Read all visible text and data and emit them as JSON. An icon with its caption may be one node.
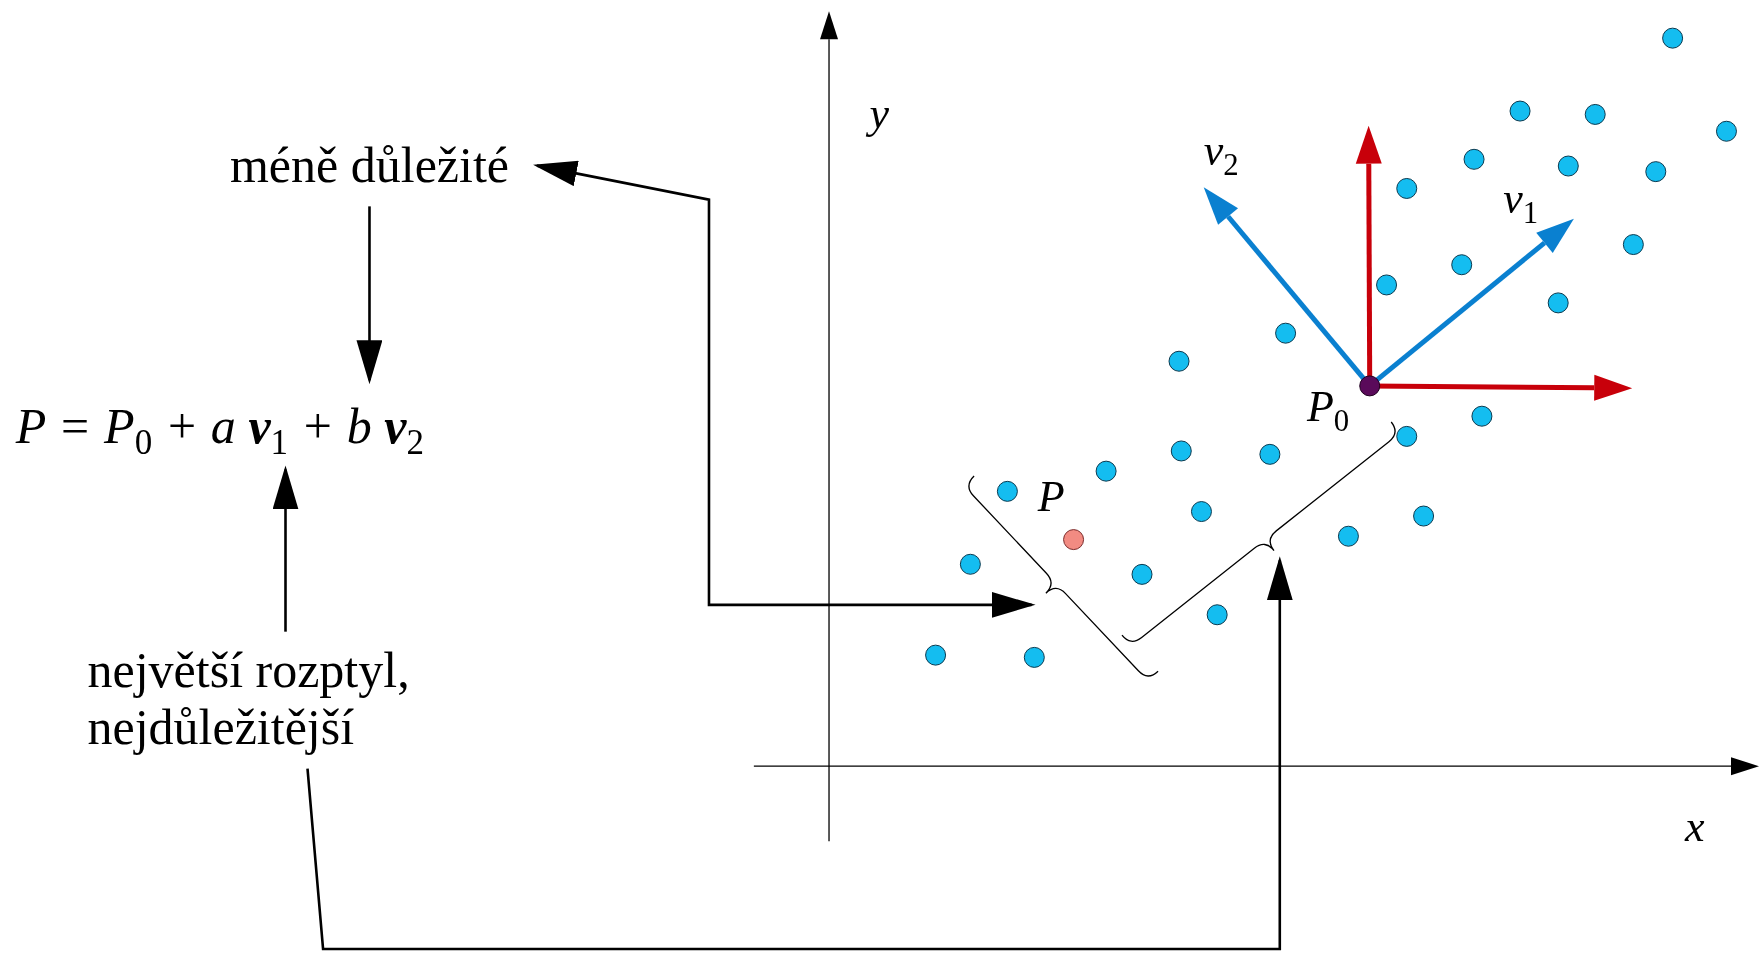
{
  "diagram": {
    "nodes": [
      {
        "text": [
          "méně důležité"
        ]
      },
      {
        "text": [
          "P = P$_{0}$ + a **v**$_{1}$ + b **v**$_{2}$"
        ]
      },
      {
        "text": [
          "největší rozptyl, nejdůležitější"
        ]
      },
      {
        "text": [],
        "shape": "brace"
      },
      {
        "text": [],
        "shape": "brace"
      }
    ],
    "edges": [
      {
        "from": 0,
        "to": 1,
        "arrow": "to"
      },
      {
        "from": 2,
        "to": 1,
        "arrow": "to"
      },
      {
        "from": 3,
        "to": 0,
        "arrow": "both"
      },
      {
        "from": 2,
        "to": 4,
        "arrow": "to"
      }
    ],
    "labels": [
      "y",
      "v$_{2}$",
      "v$_{1}$",
      "P$_{0}$",
      "P",
      "x"
    ]
  }
}
